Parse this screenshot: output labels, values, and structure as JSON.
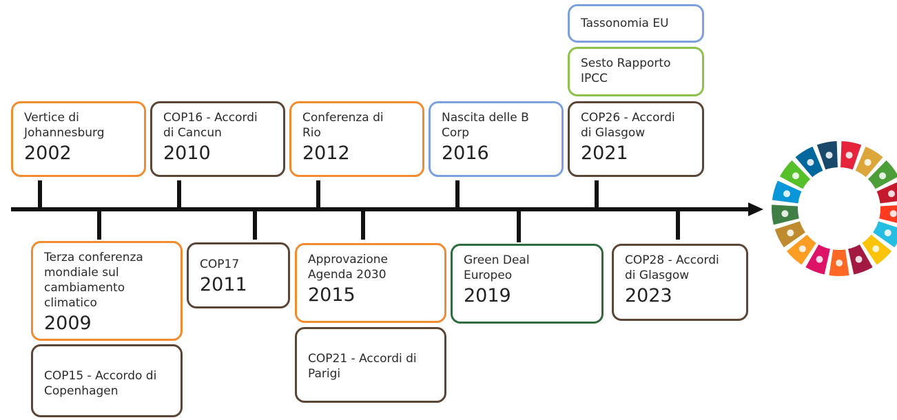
{
  "events": [
    {
      "id": "2002",
      "label": "Vertice di\nJohannesburg",
      "year": "2002",
      "color": "orange"
    },
    {
      "id": "2009",
      "label": "Terza conferenza\nmondiale sul\ncambiamento\nclimatico",
      "year": "2009",
      "color": "orange"
    },
    {
      "id": "cop15",
      "label": "COP15 - Accordo di\nCopenhagen",
      "year": "",
      "color": "brown"
    },
    {
      "id": "2010",
      "label": "COP16 - Accordi\ndi Cancun",
      "year": "2010",
      "color": "brown"
    },
    {
      "id": "2011",
      "label": "COP17",
      "year": "2011",
      "color": "brown"
    },
    {
      "id": "2012",
      "label": "Conferenza di\nRio",
      "year": "2012",
      "color": "orange"
    },
    {
      "id": "2015",
      "label": "Approvazione\nAgenda 2030",
      "year": "2015",
      "color": "orange"
    },
    {
      "id": "cop21",
      "label": "COP21 - Accordi di\nParigi",
      "year": "",
      "color": "brown"
    },
    {
      "id": "2016",
      "label": "Nascita delle B\nCorp",
      "year": "2016",
      "color": "blue"
    },
    {
      "id": "2019",
      "label": "Green Deal\nEuropeo",
      "year": "2019",
      "color": "dgreen"
    },
    {
      "id": "tax",
      "label": "Tassonomia EU",
      "year": "",
      "color": "blue"
    },
    {
      "id": "ipcc",
      "label": "Sesto Rapporto\nIPCC",
      "year": "",
      "color": "green"
    },
    {
      "id": "2021",
      "label": "COP26 - Accordi\ndi Glasgow",
      "year": "2021",
      "color": "brown"
    },
    {
      "id": "2023",
      "label": "COP28 - Accordi\ndi Glasgow",
      "year": "2023",
      "color": "brown"
    }
  ],
  "colors": {
    "orange": "#f28a2e",
    "blue": "#7aa0de",
    "green": "#8bc34a",
    "dark_green": "#2f6b3f",
    "brown": "#5a4637",
    "axis": "#111111"
  },
  "sdg_wheel_colors": [
    "#e5243b",
    "#dda63a",
    "#4c9f38",
    "#c5192d",
    "#ff3a21",
    "#26bde2",
    "#fcc30b",
    "#a21942",
    "#fd6925",
    "#dd1367",
    "#fd9d24",
    "#bf8b2e",
    "#3f7e44",
    "#0a97d9",
    "#56c02b",
    "#00689d",
    "#19486a"
  ],
  "sdg_icon": "sdg-color-wheel-icon"
}
